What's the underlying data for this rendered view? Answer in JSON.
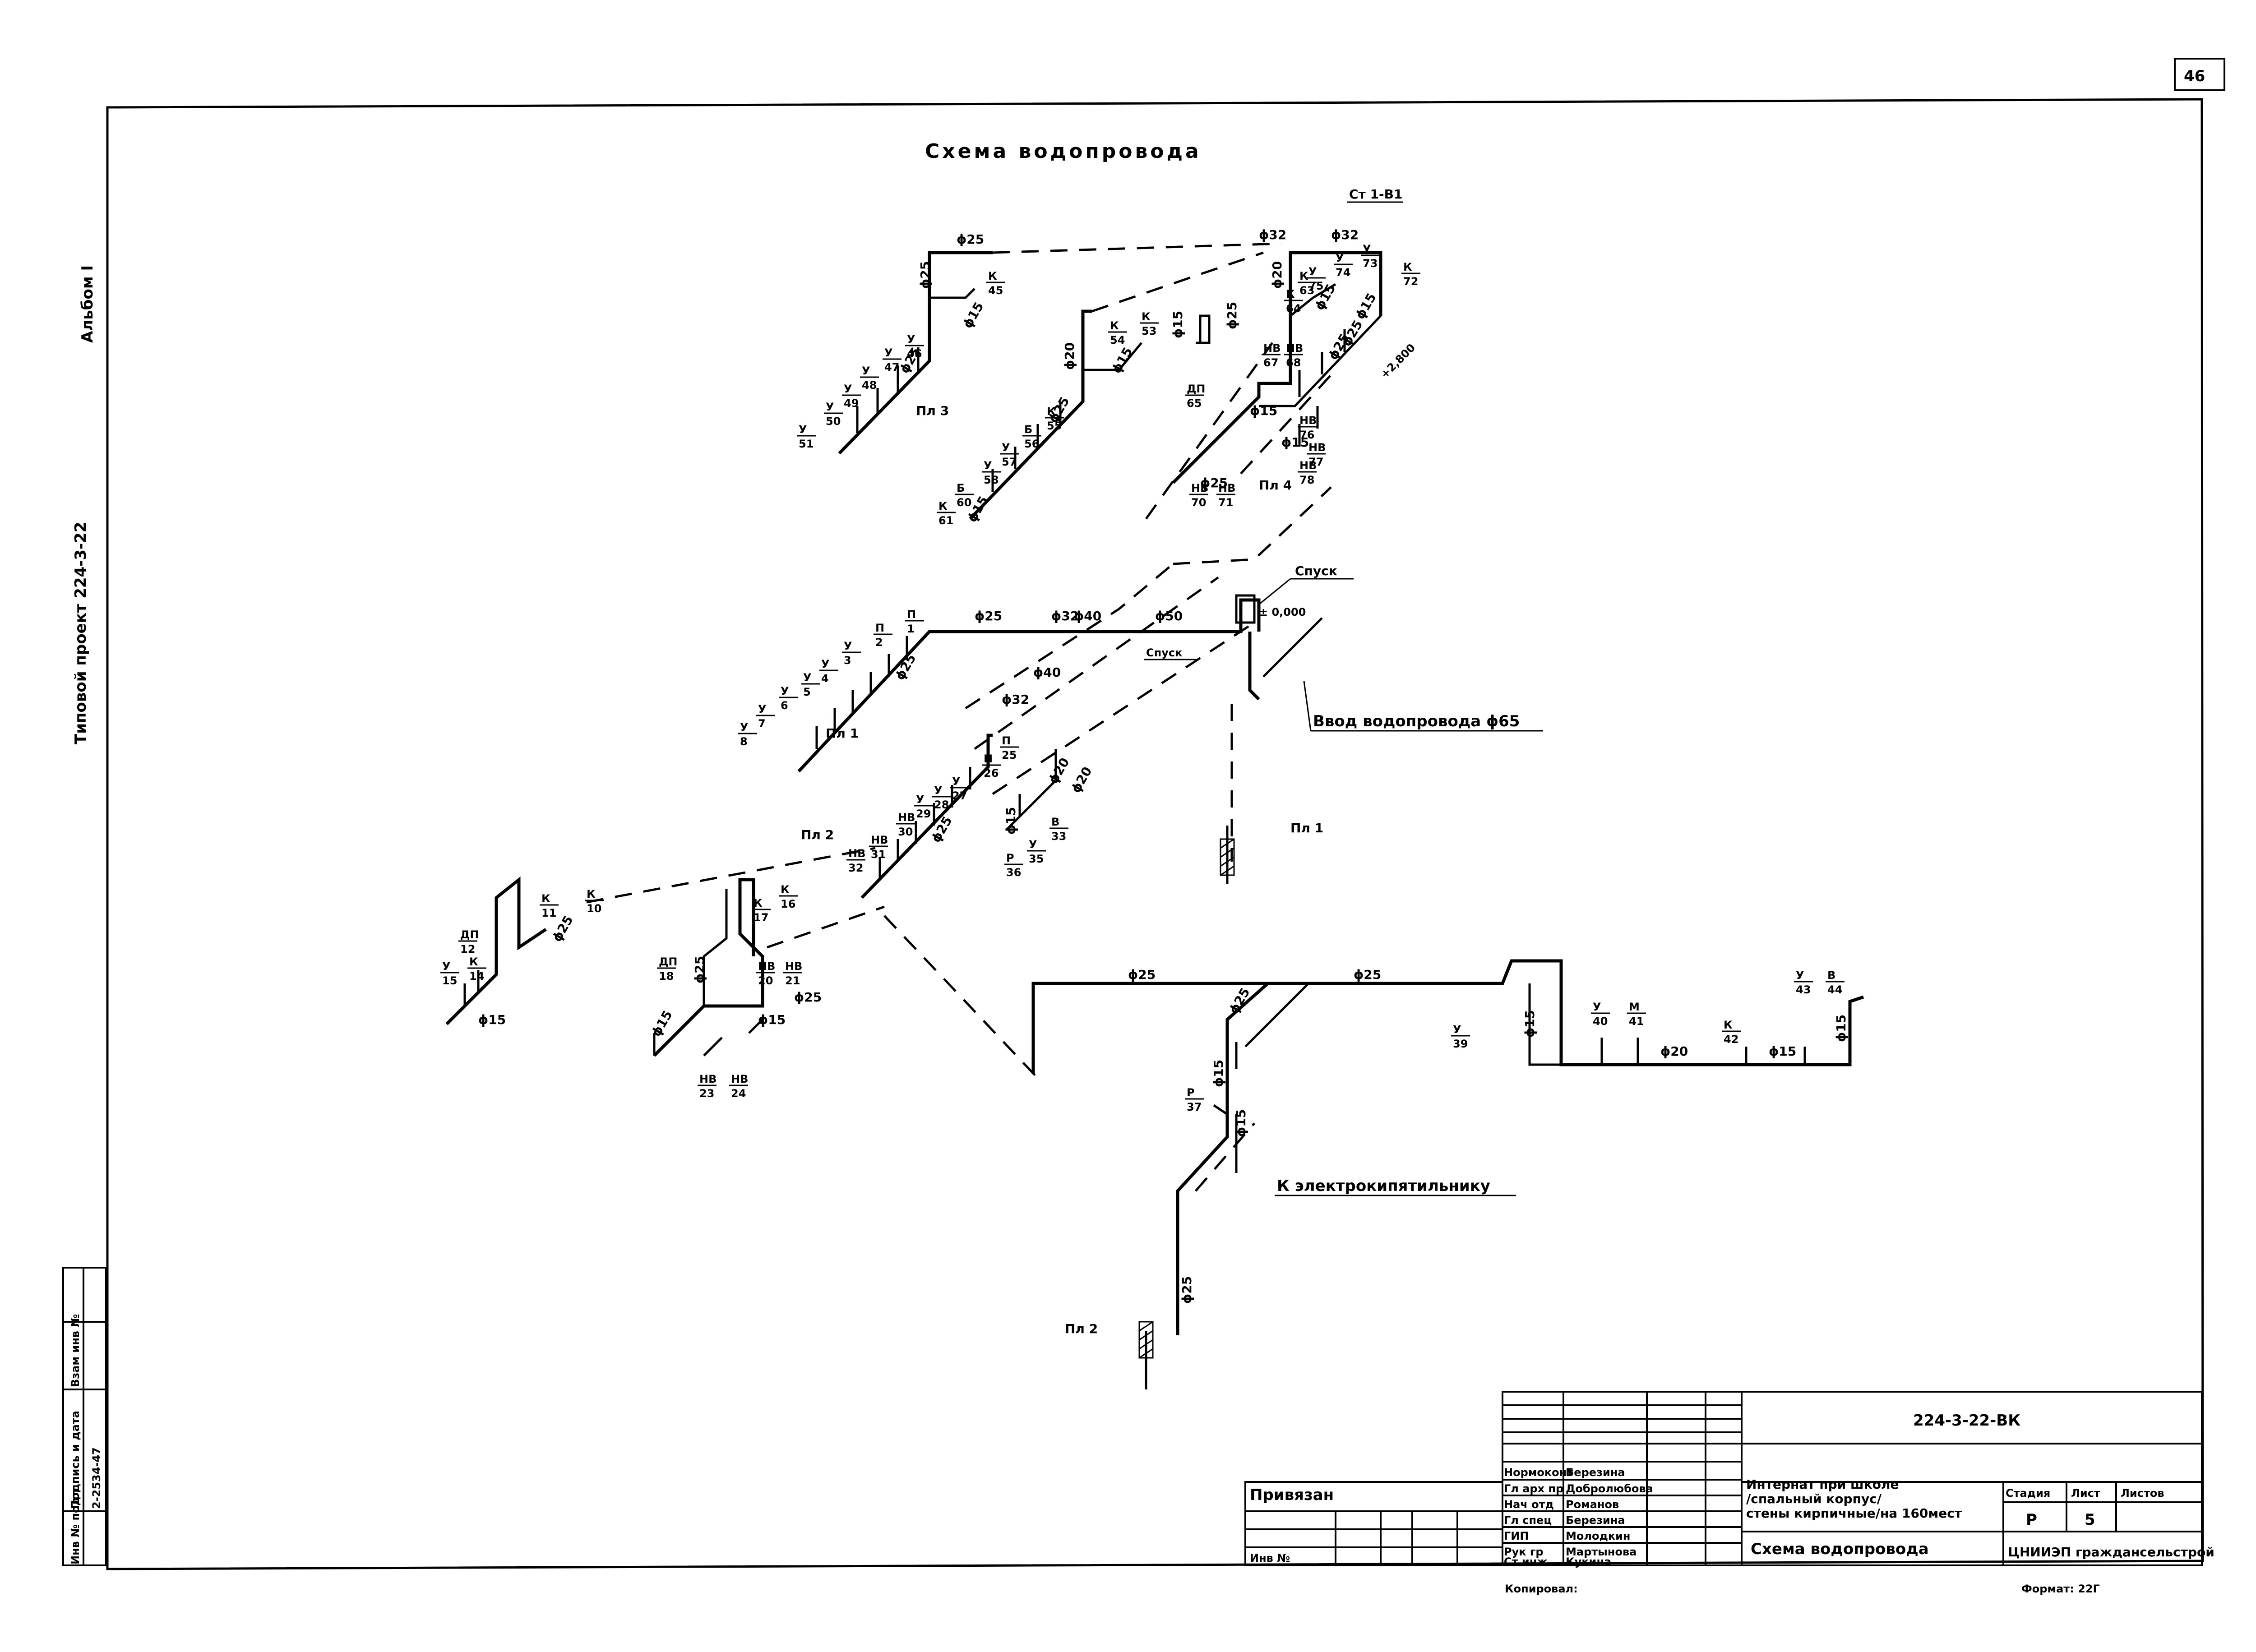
{
  "sheet_number": "46",
  "side": {
    "album": "Альбом I",
    "project": "Типовой проект 224-3-22",
    "inv_labels": [
      "Инв № подл",
      "Подпись и дата",
      "Взам инв №"
    ],
    "inv_value": "2-2534-47"
  },
  "title": "Схема водопровода",
  "riser": "Ст 1-В1",
  "notes": {
    "inlet": "Ввод водопровода ϕ65",
    "spusk1": "Спуск",
    "spusk2": "Спуск",
    "level": "± 0,000",
    "boiler": "К электрокипятильнику",
    "el800": "+2,800"
  },
  "floor_tags": [
    "Пл 3",
    "Пл 4",
    "Пл 1",
    "Пл 2",
    "Пл 1",
    "Пл 2"
  ],
  "diameters": [
    "ϕ25",
    "ϕ32",
    "ϕ32",
    "ϕ25",
    "ϕ15",
    "ϕ25",
    "ϕ20",
    "ϕ15",
    "ϕ25",
    "ϕ15",
    "ϕ15",
    "ϕ25",
    "ϕ20",
    "ϕ15",
    "ϕ25",
    "ϕ25",
    "ϕ15",
    "ϕ15",
    "ϕ25",
    "ϕ15",
    "ϕ25",
    "ϕ32",
    "ϕ40",
    "ϕ50",
    "ϕ25",
    "ϕ32",
    "ϕ40",
    "ϕ20",
    "ϕ15",
    "ϕ20",
    "ϕ25",
    "ϕ25",
    "ϕ15",
    "ϕ15",
    "ϕ25",
    "ϕ15",
    "ϕ25",
    "ϕ25",
    "ϕ25",
    "ϕ25",
    "ϕ15",
    "ϕ15",
    "ϕ15",
    "ϕ20",
    "ϕ15",
    "ϕ15",
    "ϕ25"
  ],
  "fixtures": [
    {
      "top": "У",
      "num": "51"
    },
    {
      "top": "У",
      "num": "50"
    },
    {
      "top": "У",
      "num": "49"
    },
    {
      "top": "У",
      "num": "48"
    },
    {
      "top": "У",
      "num": "47"
    },
    {
      "top": "У",
      "num": "46"
    },
    {
      "top": "К",
      "num": "45"
    },
    {
      "top": "К",
      "num": "61"
    },
    {
      "top": "Б",
      "num": "60"
    },
    {
      "top": "У",
      "num": "58"
    },
    {
      "top": "У",
      "num": "57"
    },
    {
      "top": "Б",
      "num": "56"
    },
    {
      "top": "К",
      "num": "55"
    },
    {
      "top": "К",
      "num": "54"
    },
    {
      "top": "К",
      "num": "53"
    },
    {
      "top": "ДП",
      "num": "65"
    },
    {
      "top": "НВ",
      "num": "67"
    },
    {
      "top": "НВ",
      "num": "68"
    },
    {
      "top": "К",
      "num": "63"
    },
    {
      "top": "К",
      "num": "64"
    },
    {
      "top": "У",
      "num": "73"
    },
    {
      "top": "У",
      "num": "74"
    },
    {
      "top": "У",
      "num": "75"
    },
    {
      "top": "К",
      "num": "72"
    },
    {
      "top": "НВ",
      "num": "76"
    },
    {
      "top": "НВ",
      "num": "77"
    },
    {
      "top": "НВ",
      "num": "78"
    },
    {
      "top": "НВ",
      "num": "70"
    },
    {
      "top": "НВ",
      "num": "71"
    },
    {
      "top": "У",
      "num": "8"
    },
    {
      "top": "У",
      "num": "7"
    },
    {
      "top": "У",
      "num": "6"
    },
    {
      "top": "У",
      "num": "5"
    },
    {
      "top": "У",
      "num": "4"
    },
    {
      "top": "У",
      "num": "3"
    },
    {
      "top": "П",
      "num": "2"
    },
    {
      "top": "П",
      "num": "1"
    },
    {
      "top": "НВ",
      "num": "32"
    },
    {
      "top": "НВ",
      "num": "31"
    },
    {
      "top": "НВ",
      "num": "30"
    },
    {
      "top": "У",
      "num": "29"
    },
    {
      "top": "У",
      "num": "28"
    },
    {
      "top": "У",
      "num": "27"
    },
    {
      "top": "П",
      "num": "26"
    },
    {
      "top": "П",
      "num": "25"
    },
    {
      "top": "Р",
      "num": "36"
    },
    {
      "top": "У",
      "num": "35"
    },
    {
      "top": "В",
      "num": "33"
    },
    {
      "top": "ДП",
      "num": "12"
    },
    {
      "top": "К",
      "num": "11"
    },
    {
      "top": "К",
      "num": "10"
    },
    {
      "top": "У",
      "num": "15"
    },
    {
      "top": "К",
      "num": "14"
    },
    {
      "top": "ДП",
      "num": "18"
    },
    {
      "top": "К",
      "num": "17"
    },
    {
      "top": "К",
      "num": "16"
    },
    {
      "top": "НВ",
      "num": "20"
    },
    {
      "top": "НВ",
      "num": "21"
    },
    {
      "top": "НВ",
      "num": "23"
    },
    {
      "top": "НВ",
      "num": "24"
    },
    {
      "top": "Р",
      "num": "37"
    },
    {
      "top": "У",
      "num": "39"
    },
    {
      "top": "У",
      "num": "40"
    },
    {
      "top": "М",
      "num": "41"
    },
    {
      "top": "К",
      "num": "42"
    },
    {
      "top": "У",
      "num": "43"
    },
    {
      "top": "В",
      "num": "44"
    }
  ],
  "title_block": {
    "code": "224-3-22-ВК",
    "roles": [
      "Нормоконт",
      "Гл арх пр",
      "Нач отд",
      "Гл спец",
      "ГИП",
      "Рук гр",
      "Ст инж"
    ],
    "names": [
      "Березина",
      "Добролюбова",
      "Романов",
      "Березина",
      "Молодкин",
      "Мартынова",
      "Кукина"
    ],
    "project_name": "Интернат при школе /спальный корпус/ стены кирпичные/на 160мест",
    "sheet_title": "Схема водопровода",
    "stage_label": "Стадия",
    "sheet_label": "Лист",
    "sheets_label": "Листов",
    "stage": "Р",
    "sheet": "5",
    "org": "ЦНИИЭП граждансельстрой",
    "privyazan": "Привязан",
    "inv_no": "Инв №",
    "copied": "Копировал:",
    "format": "Формат: 22Г"
  }
}
